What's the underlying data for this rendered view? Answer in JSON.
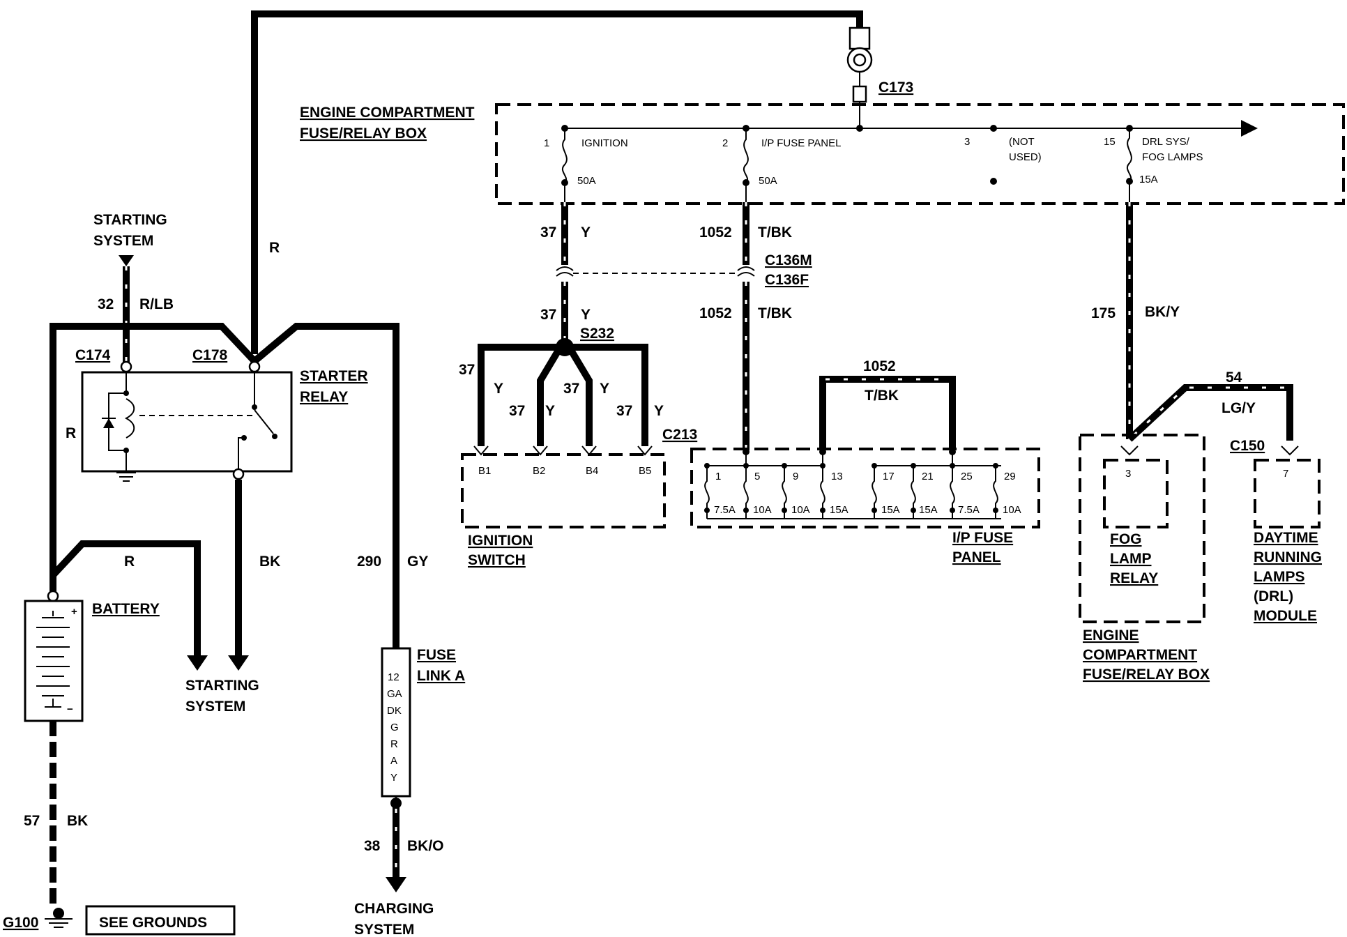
{
  "top": {
    "wire_r_label": "R",
    "c173": "C173"
  },
  "engine_box": {
    "title_line1": "ENGINE COMPARTMENT",
    "title_line2": "FUSE/RELAY BOX",
    "fuses": [
      {
        "num": "1",
        "name": "IGNITION",
        "rating": "50A"
      },
      {
        "num": "2",
        "name": "I/P FUSE PANEL",
        "rating": "50A"
      },
      {
        "num": "3",
        "name_line1": "(NOT",
        "name_line2": "USED)"
      },
      {
        "num": "15",
        "name_line1": "DRL SYS/",
        "name_line2": "FOG LAMPS",
        "rating": "15A"
      }
    ]
  },
  "wires": {
    "w37_num": "37",
    "w37_color": "Y",
    "w1052_num": "1052",
    "w1052_color": "T/BK",
    "w175_num": "175",
    "w175_color": "BK/Y",
    "w32_num": "32",
    "w32_color": "R/LB",
    "w290_num": "290",
    "w290_color": "GY",
    "w57_num": "57",
    "w57_color": "BK",
    "w38_num": "38",
    "w38_color": "BK/O",
    "w54_num": "54",
    "w54_color": "LG/Y",
    "r_label": "R",
    "bk_label": "BK"
  },
  "connectors": {
    "c136m": "C136M",
    "c136f": "C136F",
    "s232": "S232",
    "c213": "C213",
    "c174": "C174",
    "c178": "C178",
    "c150": "C150",
    "g100": "G100"
  },
  "starting_system_top": {
    "line1": "STARTING",
    "line2": "SYSTEM"
  },
  "starter_relay": {
    "line1": "STARTER",
    "line2": "RELAY"
  },
  "battery": {
    "label": "BATTERY",
    "plus": "+",
    "minus": "−"
  },
  "starting_system_bottom": {
    "line1": "STARTING",
    "line2": "SYSTEM"
  },
  "fuse_link": {
    "label_line1": "FUSE",
    "label_line2": "LINK A",
    "text": [
      "12",
      "GA",
      "DK",
      "G",
      "R",
      "A",
      "Y"
    ]
  },
  "charging_system": {
    "line1": "CHARGING",
    "line2": "SYSTEM"
  },
  "see_grounds": "SEE GROUNDS",
  "ignition_switch": {
    "line1": "IGNITION",
    "line2": "SWITCH",
    "pins": [
      "B1",
      "B2",
      "B4",
      "B5"
    ]
  },
  "ip_fuse_panel": {
    "line1": "I/P FUSE",
    "line2": "PANEL",
    "fuses": [
      {
        "num": "1",
        "rating": "7.5A"
      },
      {
        "num": "5",
        "rating": "10A"
      },
      {
        "num": "9",
        "rating": "10A"
      },
      {
        "num": "13",
        "rating": "15A"
      },
      {
        "num": "17",
        "rating": "15A"
      },
      {
        "num": "21",
        "rating": "15A"
      },
      {
        "num": "25",
        "rating": "7.5A"
      },
      {
        "num": "29",
        "rating": "10A"
      }
    ]
  },
  "fog_lamp_relay": {
    "pin": "3",
    "line1": "FOG",
    "line2": "LAMP",
    "line3": "RELAY",
    "box_line1": "ENGINE",
    "box_line2": "COMPARTMENT",
    "box_line3": "FUSE/RELAY BOX"
  },
  "drl_module": {
    "pin": "7",
    "line1": "DAYTIME",
    "line2": "RUNNING",
    "line3": "LAMPS",
    "line4": "(DRL)",
    "line5": "MODULE"
  }
}
